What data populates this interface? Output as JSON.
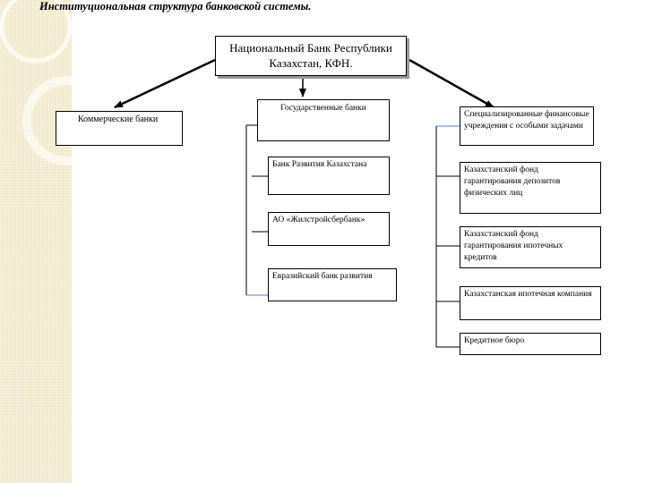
{
  "page": {
    "title": "Институциональная структура банковской системы."
  },
  "boxes": {
    "national_bank": "Национальный Банк Республики Казахстан, КФН.",
    "commercial_banks": "Коммерческие банки",
    "state_banks": "Государственные банки",
    "specialized": "Специализированные финансовые учреждения с особыми задачами",
    "development_bank": "Банк Развития Казахстана",
    "zhilstroy": "АО «Жилстройсбербанк»",
    "eurasian": "Евразийский банк развития",
    "deposit_fund": "Казахстанский фонд гарантирования депозитов физических лиц",
    "mortgage_fund": "Казахстанский фонд гарантирования ипотечных кредитов",
    "mortgage_company": "Казахстанская ипотечная компания",
    "credit_bureau": "Кредитное бюро"
  },
  "colors": {
    "connector_blue": "#4f81bd",
    "side_strip": "#efe7c8"
  }
}
